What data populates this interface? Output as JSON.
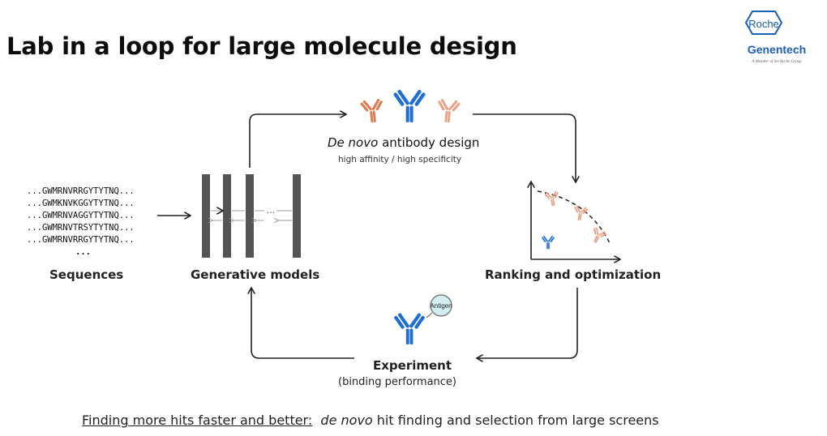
{
  "header": {
    "title": "Lab in a loop for large molecule design"
  },
  "logo": {
    "roche_text": "Roche",
    "genentech_text": "Genentech",
    "tagline": "A Member of the Roche Group",
    "brand_color": "#1a5fb4"
  },
  "sequences": {
    "lines": [
      "...GWMRNVRRGYTYTNQ...",
      "...GWMKNVKGGYTYTNQ...",
      "...GWMRNVAGGYTYTNQ...",
      "...GWMRNVTRSYTYTNQ...",
      "...GWMRNVRRGYTYTNQ..."
    ],
    "ellipsis": "...",
    "label": "Sequences"
  },
  "generative": {
    "label": "Generative models",
    "layer_ellipsis": "..."
  },
  "design": {
    "title_italic": "De novo",
    "title_rest": " antibody design",
    "subtitle": "high affinity / high specificity"
  },
  "ranking": {
    "label": "Ranking and optimization"
  },
  "experiment": {
    "label": "Experiment",
    "sublabel": "(binding performance)",
    "antigen": "Antigen"
  },
  "footer": {
    "underlined": "Finding more hits faster and better:",
    "italic": "de novo",
    "rest": " hit finding and selection from large screens"
  },
  "colors": {
    "antibody_blue": "#1f6fd1",
    "antibody_orange": "#e0784f",
    "antibody_salmon": "#e8a388",
    "layer_gray": "#555555"
  }
}
